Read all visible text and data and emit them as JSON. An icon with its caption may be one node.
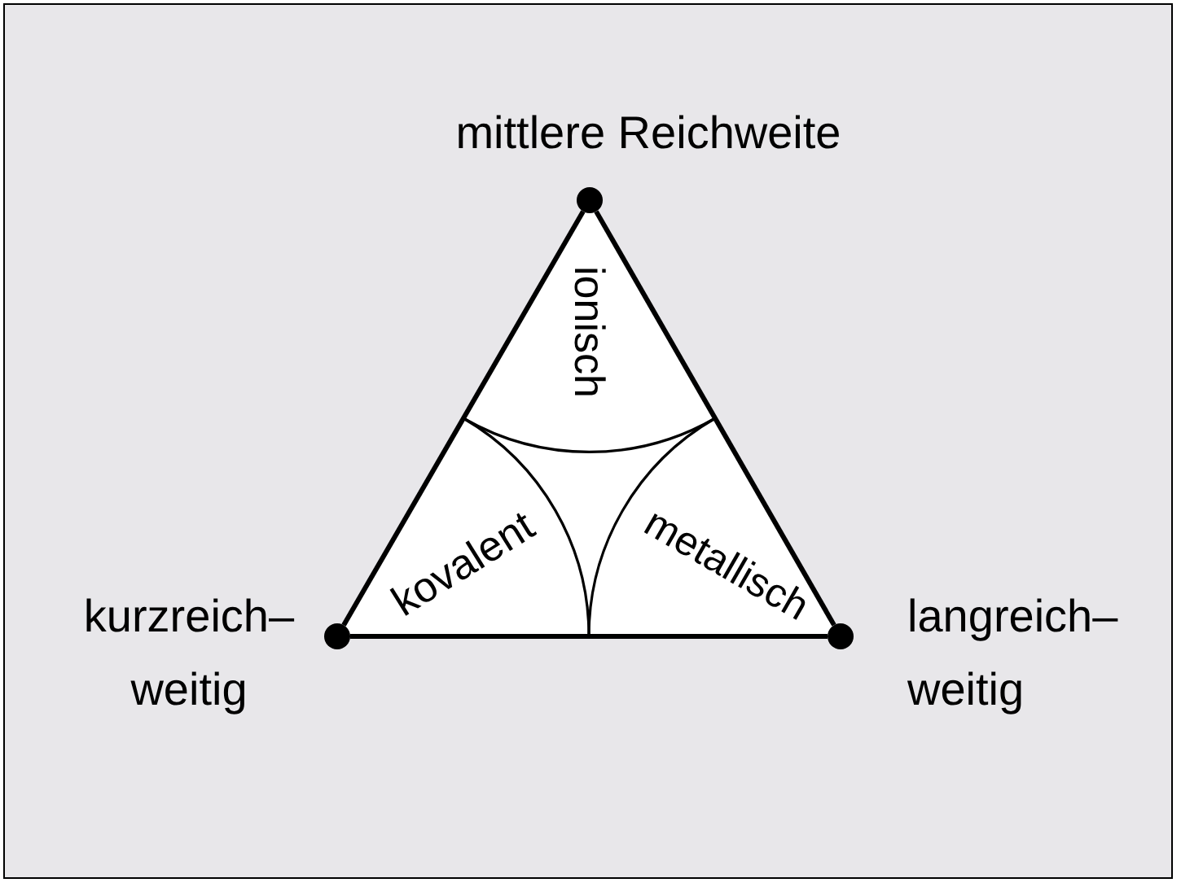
{
  "diagram": {
    "nodes": [
      {
        "text": [],
        "shape": "circle",
        "beside": [
          "mittlere Reichweite"
        ]
      },
      {
        "text": [],
        "shape": "circle",
        "beside": [
          "kurzreich– weitig"
        ]
      },
      {
        "text": [],
        "shape": "circle",
        "beside": [
          "langreich– weitig"
        ]
      }
    ],
    "edges": [
      {
        "from": 0,
        "to": 1,
        "arrow": "none"
      },
      {
        "from": 1,
        "to": 2,
        "arrow": "none"
      },
      {
        "from": 2,
        "to": 0,
        "arrow": "none"
      }
    ],
    "labels": [
      "ionisch",
      "kovalent",
      "metallisch"
    ]
  }
}
